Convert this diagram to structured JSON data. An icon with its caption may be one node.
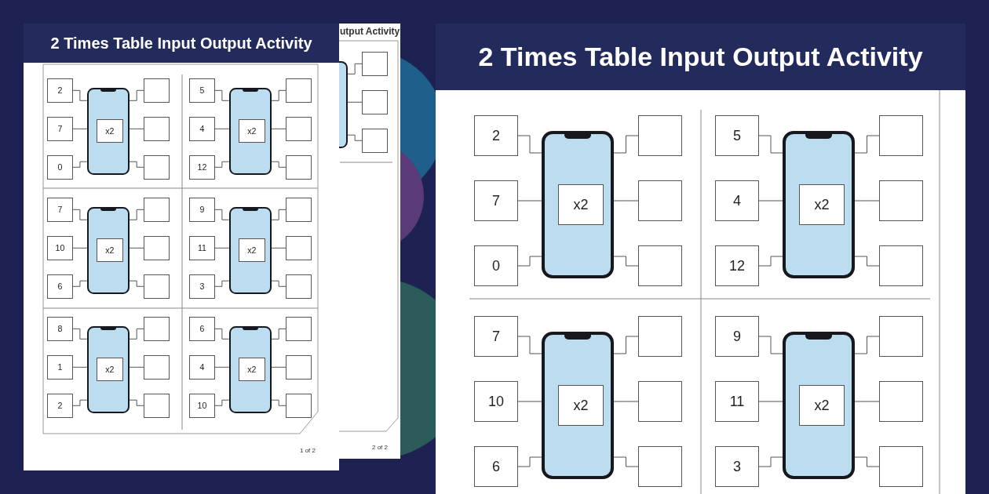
{
  "diagram": {
    "nodes": [
      {
        "text": [
          "2 Times Table Input Output Activity",
          "1 of 2"
        ]
      },
      {
        "text": [
          "2"
        ],
        "in": 0
      },
      {
        "text": [
          "7"
        ],
        "in": 0
      },
      {
        "text": [
          "0"
        ],
        "in": 0
      },
      {
        "text": [],
        "shape": "picture",
        "in": 0
      },
      {
        "text": [
          "x2"
        ],
        "in": 4
      },
      {
        "text": [],
        "shape": "box",
        "in": 0
      },
      {
        "text": [],
        "shape": "box",
        "in": 0
      },
      {
        "text": [],
        "shape": "box",
        "in": 0
      },
      {
        "text": [
          "5"
        ],
        "in": 0
      },
      {
        "text": [
          "4"
        ],
        "in": 0
      },
      {
        "text": [
          "12"
        ],
        "in": 0
      },
      {
        "text": [],
        "shape": "picture",
        "in": 0
      },
      {
        "text": [
          "x2"
        ],
        "in": 12
      },
      {
        "text": [],
        "shape": "box",
        "in": 0
      },
      {
        "text": [],
        "shape": "box",
        "in": 0
      },
      {
        "text": [],
        "shape": "box",
        "in": 0
      },
      {
        "text": [
          "7"
        ],
        "in": 0
      },
      {
        "text": [
          "10"
        ],
        "in": 0
      },
      {
        "text": [
          "6"
        ],
        "in": 0
      },
      {
        "text": [],
        "shape": "picture",
        "in": 0
      },
      {
        "text": [
          "x2"
        ],
        "in": 20
      },
      {
        "text": [],
        "shape": "box",
        "in": 0
      },
      {
        "text": [],
        "shape": "box",
        "in": 0
      },
      {
        "text": [],
        "shape": "box",
        "in": 0
      },
      {
        "text": [
          "9"
        ],
        "in": 0
      },
      {
        "text": [
          "11"
        ],
        "in": 0
      },
      {
        "text": [
          "3"
        ],
        "in": 0
      },
      {
        "text": [],
        "shape": "picture",
        "in": 0
      },
      {
        "text": [
          "x2"
        ],
        "in": 28
      },
      {
        "text": [],
        "shape": "box",
        "in": 0
      },
      {
        "text": [],
        "shape": "box",
        "in": 0
      },
      {
        "text": [],
        "shape": "box",
        "in": 0
      },
      {
        "text": [
          "8"
        ],
        "in": 0
      },
      {
        "text": [
          "1"
        ],
        "in": 0
      },
      {
        "text": [
          "2"
        ],
        "in": 0
      },
      {
        "text": [],
        "shape": "picture",
        "in": 0
      },
      {
        "text": [
          "x2"
        ],
        "in": 36
      },
      {
        "text": [],
        "shape": "box",
        "in": 0
      },
      {
        "text": [],
        "shape": "box",
        "in": 0
      },
      {
        "text": [],
        "shape": "box",
        "in": 0
      },
      {
        "text": [
          "6"
        ],
        "in": 0
      },
      {
        "text": [
          "4"
        ],
        "in": 0
      },
      {
        "text": [
          "10"
        ],
        "in": 0
      },
      {
        "text": [],
        "shape": "picture",
        "in": 0
      },
      {
        "text": [
          "x2"
        ],
        "in": 44
      },
      {
        "text": [],
        "shape": "box",
        "in": 0
      },
      {
        "text": [],
        "shape": "box",
        "in": 0
      },
      {
        "text": [],
        "shape": "box",
        "in": 0
      },
      {
        "text": [
          "utput Activity",
          "2 of 2"
        ]
      },
      {
        "text": [],
        "shape": "picture",
        "in": 49
      },
      {
        "text": [],
        "shape": "box",
        "in": 49
      },
      {
        "text": [],
        "shape": "box",
        "in": 49
      },
      {
        "text": [],
        "shape": "box",
        "in": 49
      },
      {
        "text": [
          "2 Times Table Input Output Activity"
        ]
      },
      {
        "text": [
          "2"
        ],
        "in": 54
      },
      {
        "text": [
          "7"
        ],
        "in": 54
      },
      {
        "text": [
          "0"
        ],
        "in": 54
      },
      {
        "text": [],
        "shape": "picture",
        "in": 54
      },
      {
        "text": [
          "x2"
        ],
        "in": 58
      },
      {
        "text": [],
        "shape": "box",
        "in": 54
      },
      {
        "text": [],
        "shape": "box",
        "in": 54
      },
      {
        "text": [],
        "shape": "box",
        "in": 54
      },
      {
        "text": [
          "5"
        ],
        "in": 54
      },
      {
        "text": [
          "4"
        ],
        "in": 54
      },
      {
        "text": [
          "12"
        ],
        "in": 54
      },
      {
        "text": [],
        "shape": "picture",
        "in": 54
      },
      {
        "text": [
          "x2"
        ],
        "in": 66
      },
      {
        "text": [],
        "shape": "box",
        "in": 54
      },
      {
        "text": [],
        "shape": "box",
        "in": 54
      },
      {
        "text": [],
        "shape": "box",
        "in": 54
      },
      {
        "text": [
          "7"
        ],
        "in": 54
      },
      {
        "text": [
          "10"
        ],
        "in": 54
      },
      {
        "text": [
          "6"
        ],
        "in": 54
      },
      {
        "text": [],
        "shape": "picture",
        "in": 54
      },
      {
        "text": [
          "x2"
        ],
        "in": 74
      },
      {
        "text": [],
        "shape": "box",
        "in": 54
      },
      {
        "text": [],
        "shape": "box",
        "in": 54
      },
      {
        "text": [],
        "shape": "box",
        "in": 54
      },
      {
        "text": [
          "9"
        ],
        "in": 54
      },
      {
        "text": [
          "11"
        ],
        "in": 54
      },
      {
        "text": [
          "3"
        ],
        "in": 54
      },
      {
        "text": [],
        "shape": "picture",
        "in": 54
      },
      {
        "text": [
          "x2"
        ],
        "in": 82
      },
      {
        "text": [],
        "shape": "box",
        "in": 54
      },
      {
        "text": [],
        "shape": "box",
        "in": 54
      },
      {
        "text": [],
        "shape": "box",
        "in": 54
      }
    ],
    "edges": [
      {
        "from": 1,
        "to": 4,
        "arrow": "none"
      },
      {
        "from": 2,
        "to": 4,
        "arrow": "none"
      },
      {
        "from": 3,
        "to": 4,
        "arrow": "none"
      },
      {
        "from": 4,
        "to": 6,
        "arrow": "none"
      },
      {
        "from": 4,
        "to": 7,
        "arrow": "none"
      },
      {
        "from": 4,
        "to": 8,
        "arrow": "none"
      },
      {
        "from": 9,
        "to": 12,
        "arrow": "none"
      },
      {
        "from": 10,
        "to": 12,
        "arrow": "none"
      },
      {
        "from": 11,
        "to": 12,
        "arrow": "none"
      },
      {
        "from": 12,
        "to": 14,
        "arrow": "none"
      },
      {
        "from": 12,
        "to": 15,
        "arrow": "none"
      },
      {
        "from": 12,
        "to": 16,
        "arrow": "none"
      },
      {
        "from": 17,
        "to": 20,
        "arrow": "none"
      },
      {
        "from": 18,
        "to": 20,
        "arrow": "none"
      },
      {
        "from": 19,
        "to": 20,
        "arrow": "none"
      },
      {
        "from": 20,
        "to": 22,
        "arrow": "none"
      },
      {
        "from": 20,
        "to": 23,
        "arrow": "none"
      },
      {
        "from": 20,
        "to": 24,
        "arrow": "none"
      },
      {
        "from": 25,
        "to": 28,
        "arrow": "none"
      },
      {
        "from": 26,
        "to": 28,
        "arrow": "none"
      },
      {
        "from": 27,
        "to": 28,
        "arrow": "none"
      },
      {
        "from": 28,
        "to": 30,
        "arrow": "none"
      },
      {
        "from": 28,
        "to": 31,
        "arrow": "none"
      },
      {
        "from": 28,
        "to": 32,
        "arrow": "none"
      },
      {
        "from": 33,
        "to": 36,
        "arrow": "none"
      },
      {
        "from": 34,
        "to": 36,
        "arrow": "none"
      },
      {
        "from": 35,
        "to": 36,
        "arrow": "none"
      },
      {
        "from": 36,
        "to": 38,
        "arrow": "none"
      },
      {
        "from": 36,
        "to": 39,
        "arrow": "none"
      },
      {
        "from": 36,
        "to": 40,
        "arrow": "none"
      },
      {
        "from": 41,
        "to": 44,
        "arrow": "none"
      },
      {
        "from": 42,
        "to": 44,
        "arrow": "none"
      },
      {
        "from": 43,
        "to": 44,
        "arrow": "none"
      },
      {
        "from": 44,
        "to": 46,
        "arrow": "none"
      },
      {
        "from": 44,
        "to": 47,
        "arrow": "none"
      },
      {
        "from": 44,
        "to": 48,
        "arrow": "none"
      },
      {
        "from": 50,
        "to": 51,
        "arrow": "none"
      },
      {
        "from": 50,
        "to": 52,
        "arrow": "none"
      },
      {
        "from": 50,
        "to": 53,
        "arrow": "none"
      },
      {
        "from": 55,
        "to": 58,
        "arrow": "none"
      },
      {
        "from": 56,
        "to": 58,
        "arrow": "none"
      },
      {
        "from": 57,
        "to": 58,
        "arrow": "none"
      },
      {
        "from": 58,
        "to": 60,
        "arrow": "none"
      },
      {
        "from": 58,
        "to": 61,
        "arrow": "none"
      },
      {
        "from": 58,
        "to": 62,
        "arrow": "none"
      },
      {
        "from": 63,
        "to": 66,
        "arrow": "none"
      },
      {
        "from": 64,
        "to": 66,
        "arrow": "none"
      },
      {
        "from": 65,
        "to": 66,
        "arrow": "none"
      },
      {
        "from": 66,
        "to": 68,
        "arrow": "none"
      },
      {
        "from": 66,
        "to": 69,
        "arrow": "none"
      },
      {
        "from": 66,
        "to": 70,
        "arrow": "none"
      },
      {
        "from": 71,
        "to": 74,
        "arrow": "none"
      },
      {
        "from": 72,
        "to": 74,
        "arrow": "none"
      },
      {
        "from": 73,
        "to": 74,
        "arrow": "none"
      },
      {
        "from": 74,
        "to": 76,
        "arrow": "none"
      },
      {
        "from": 74,
        "to": 77,
        "arrow": "none"
      },
      {
        "from": 74,
        "to": 78,
        "arrow": "none"
      },
      {
        "from": 79,
        "to": 82,
        "arrow": "none"
      },
      {
        "from": 80,
        "to": 82,
        "arrow": "none"
      },
      {
        "from": 81,
        "to": 82,
        "arrow": "none"
      },
      {
        "from": 82,
        "to": 84,
        "arrow": "none"
      },
      {
        "from": 82,
        "to": 85,
        "arrow": "none"
      },
      {
        "from": 82,
        "to": 86,
        "arrow": "none"
      }
    ]
  }
}
